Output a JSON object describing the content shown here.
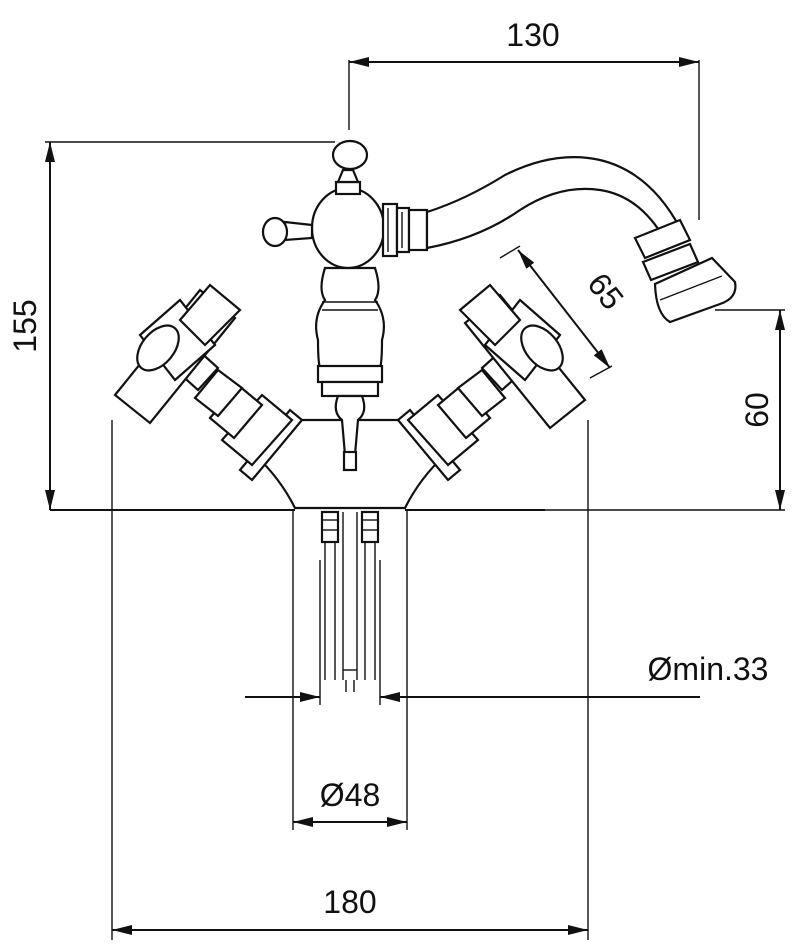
{
  "dimensions": {
    "spout_reach": "130",
    "total_height": "155",
    "handle_span": "65",
    "spout_height": "60",
    "hole_min": "Ømin.33",
    "base_diameter": "Ø48",
    "total_width": "180"
  },
  "colors": {
    "line": "#111111",
    "background": "#ffffff"
  }
}
